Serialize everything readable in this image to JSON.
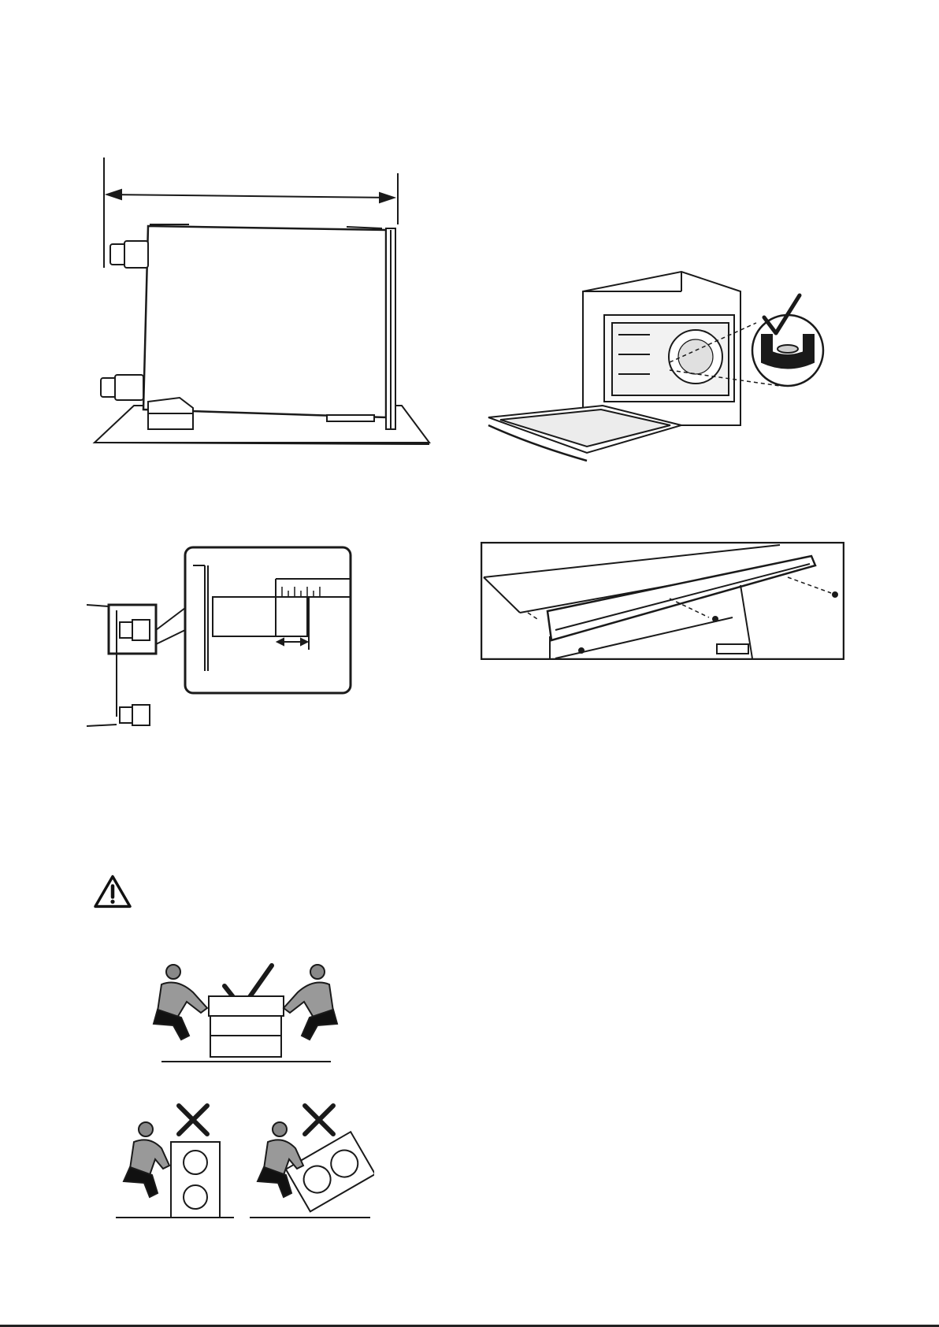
{
  "figures": {
    "side_view": {
      "icon": "oven-side-depth-measurement"
    },
    "level_check": {
      "icon": "oven-door-open-level-check",
      "status": "correct"
    },
    "gauge_detail": {
      "icon": "pipe-depth-ruler-detail"
    },
    "trim_strip": {
      "icon": "top-trim-strip-screws"
    },
    "warning": {
      "icon": "warning-triangle"
    },
    "lift_correct": {
      "icon": "two-person-lift",
      "status": "correct"
    },
    "lift_wrong_single": {
      "icon": "one-person-lift",
      "status": "incorrect"
    },
    "lift_wrong_tilted": {
      "icon": "one-person-tilted-lift",
      "status": "incorrect"
    }
  }
}
